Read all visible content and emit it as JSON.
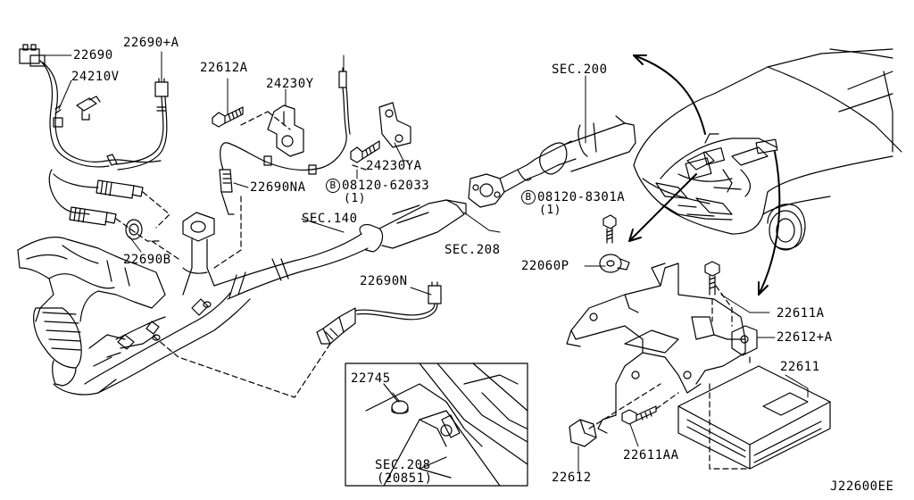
{
  "diagram_id": "J22600EE",
  "parts": {
    "p22690": "22690",
    "p22690A": "22690+A",
    "p24210V": "24210V",
    "p22612A": "22612A",
    "p24230Y": "24230Y",
    "p24230YA": "24230YA",
    "p22690NA": "22690NA",
    "bolt1_code": "08120-62033",
    "bolt1_qty": "(1)",
    "bolt_symbol": "B",
    "sec140": "SEC.140",
    "sec200": "SEC.200",
    "sec208": "SEC.208",
    "bolt2_code": "08120-8301A",
    "bolt2_qty": "(1)",
    "p22060P": "22060P",
    "p22690B": "22690B",
    "p22690N": "22690N",
    "p22611A": "22611A",
    "p22612A2": "22612+A",
    "p22611": "22611",
    "p22745": "22745",
    "inset_sec": "SEC.208",
    "inset_sec_ref": "(20851)",
    "p22612": "22612",
    "p22611AA": "22611AA"
  },
  "colors": {
    "line": "#000000",
    "background": "#ffffff"
  }
}
